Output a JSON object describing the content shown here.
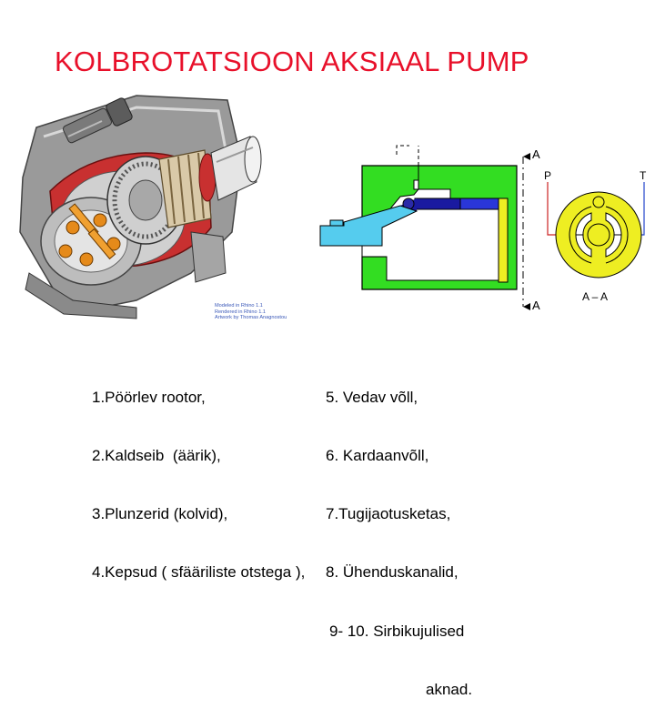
{
  "title": "KOLBROTATSIOON AKSIAAL PUMP",
  "legend_left": [
    "1.Pöörlev rootor,",
    "2.Kaldseib  (äärik),",
    "3.Plunzerid (kolvid),",
    "4.Kepsud ( sfääriliste otstega ),"
  ],
  "legend_right": [
    "5. Vedav võll,",
    "6. Kardaanvõll,",
    "7.Tugijaotusketas,",
    "8. Ühenduskanalid,",
    "9- 10. Sirbikujulised",
    "aknad."
  ],
  "render_credit": [
    "Modeled in Rhino 1.1",
    "Rendered in Rhino 1.1",
    "Artwork by Thomas Anagnostou"
  ],
  "section_labels": {
    "section_top": "A",
    "section_bottom": "A",
    "port_p": "P",
    "port_t": "T",
    "section_caption": "A – A"
  },
  "colors": {
    "title": "#e8102a",
    "pump_body": "#33dd22",
    "shaft": "#55ccee",
    "piston": "#1a1aa0",
    "valve_plate": "#eeee22",
    "port_p": "#cc2222",
    "port_t": "#2244cc"
  }
}
